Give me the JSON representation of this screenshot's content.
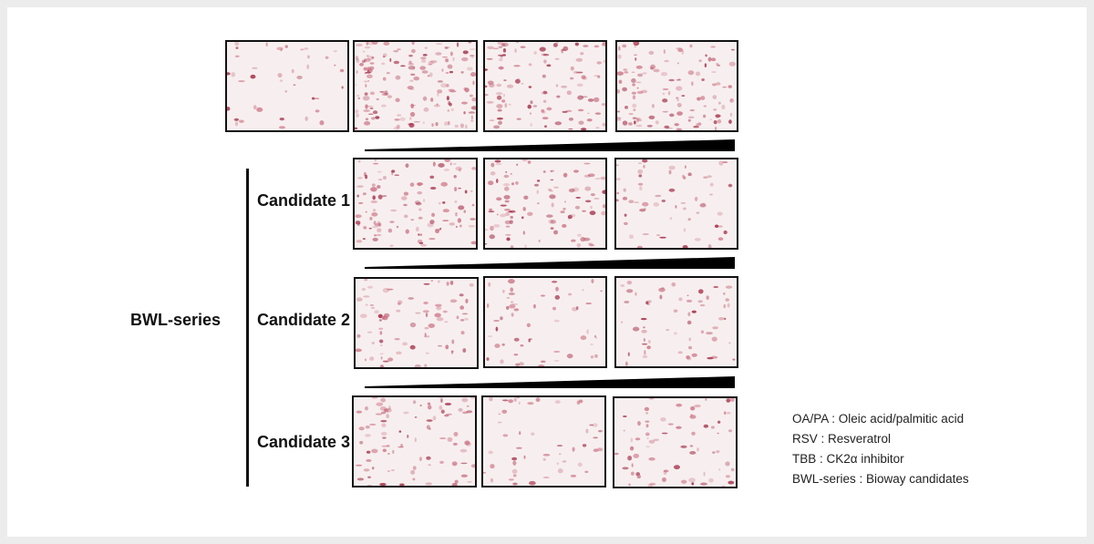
{
  "group_label": "BWL-series",
  "rows": [
    {
      "label": "Candidate 1"
    },
    {
      "label": "Candidate 2"
    },
    {
      "label": "Candidate 3"
    }
  ],
  "legend": [
    "OA/PA : Oleic acid/palmitic acid",
    "RSV : Resveratrol",
    "TBB : CK2α inhibitor",
    "BWL-series : Bioway candidates"
  ],
  "colors": {
    "stain": "#9c1e3a",
    "stain_light": "#c96d80",
    "background": "#f7efef",
    "page": "#ececec"
  }
}
